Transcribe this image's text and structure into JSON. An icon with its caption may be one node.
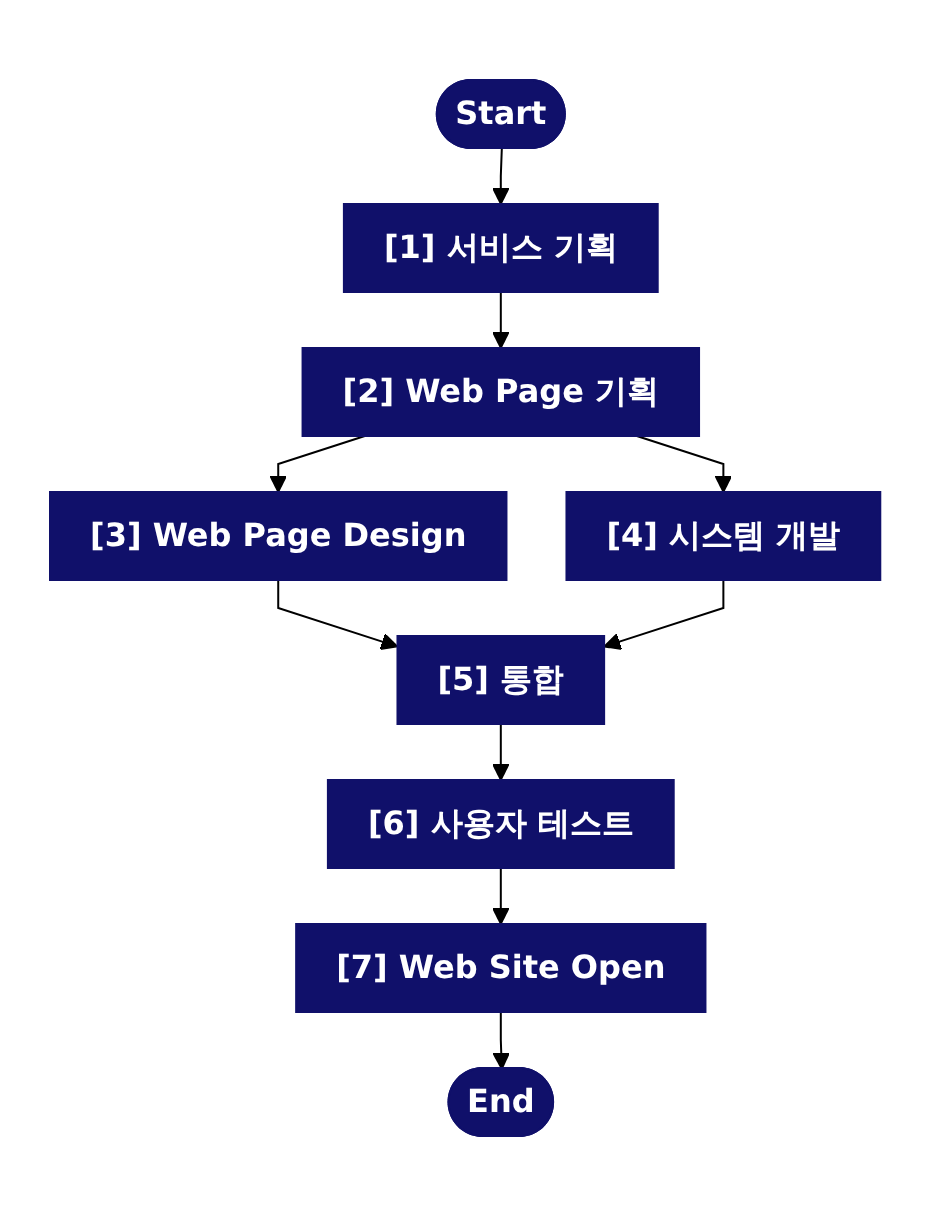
{
  "diagram": {
    "nodes": [
      {
        "text": [
          "Start"
        ]
      },
      {
        "text": [
          "[1] 서비스 기획"
        ]
      },
      {
        "text": [
          "[2] Web Page 기획"
        ]
      },
      {
        "text": [
          "[3] Web Page Design"
        ]
      },
      {
        "text": [
          "[4] 시스템 개발"
        ]
      },
      {
        "text": [
          "[5] 통합"
        ]
      },
      {
        "text": [
          "[6] 사용자 테스트"
        ]
      },
      {
        "text": [
          "[7] Web Site Open"
        ]
      },
      {
        "text": [
          "End"
        ]
      }
    ],
    "edges": [
      {
        "from": 0,
        "to": 1,
        "arrow": "to"
      },
      {
        "from": 1,
        "to": 2,
        "arrow": "to"
      },
      {
        "from": 2,
        "to": 3,
        "arrow": "to"
      },
      {
        "from": 2,
        "to": 4,
        "arrow": "to"
      },
      {
        "from": 3,
        "to": 5,
        "arrow": "to"
      },
      {
        "from": 4,
        "to": 5,
        "arrow": "to"
      },
      {
        "from": 5,
        "to": 6,
        "arrow": "to"
      },
      {
        "from": 6,
        "to": 7,
        "arrow": "to"
      },
      {
        "from": 7,
        "to": 8,
        "arrow": "to"
      }
    ]
  }
}
